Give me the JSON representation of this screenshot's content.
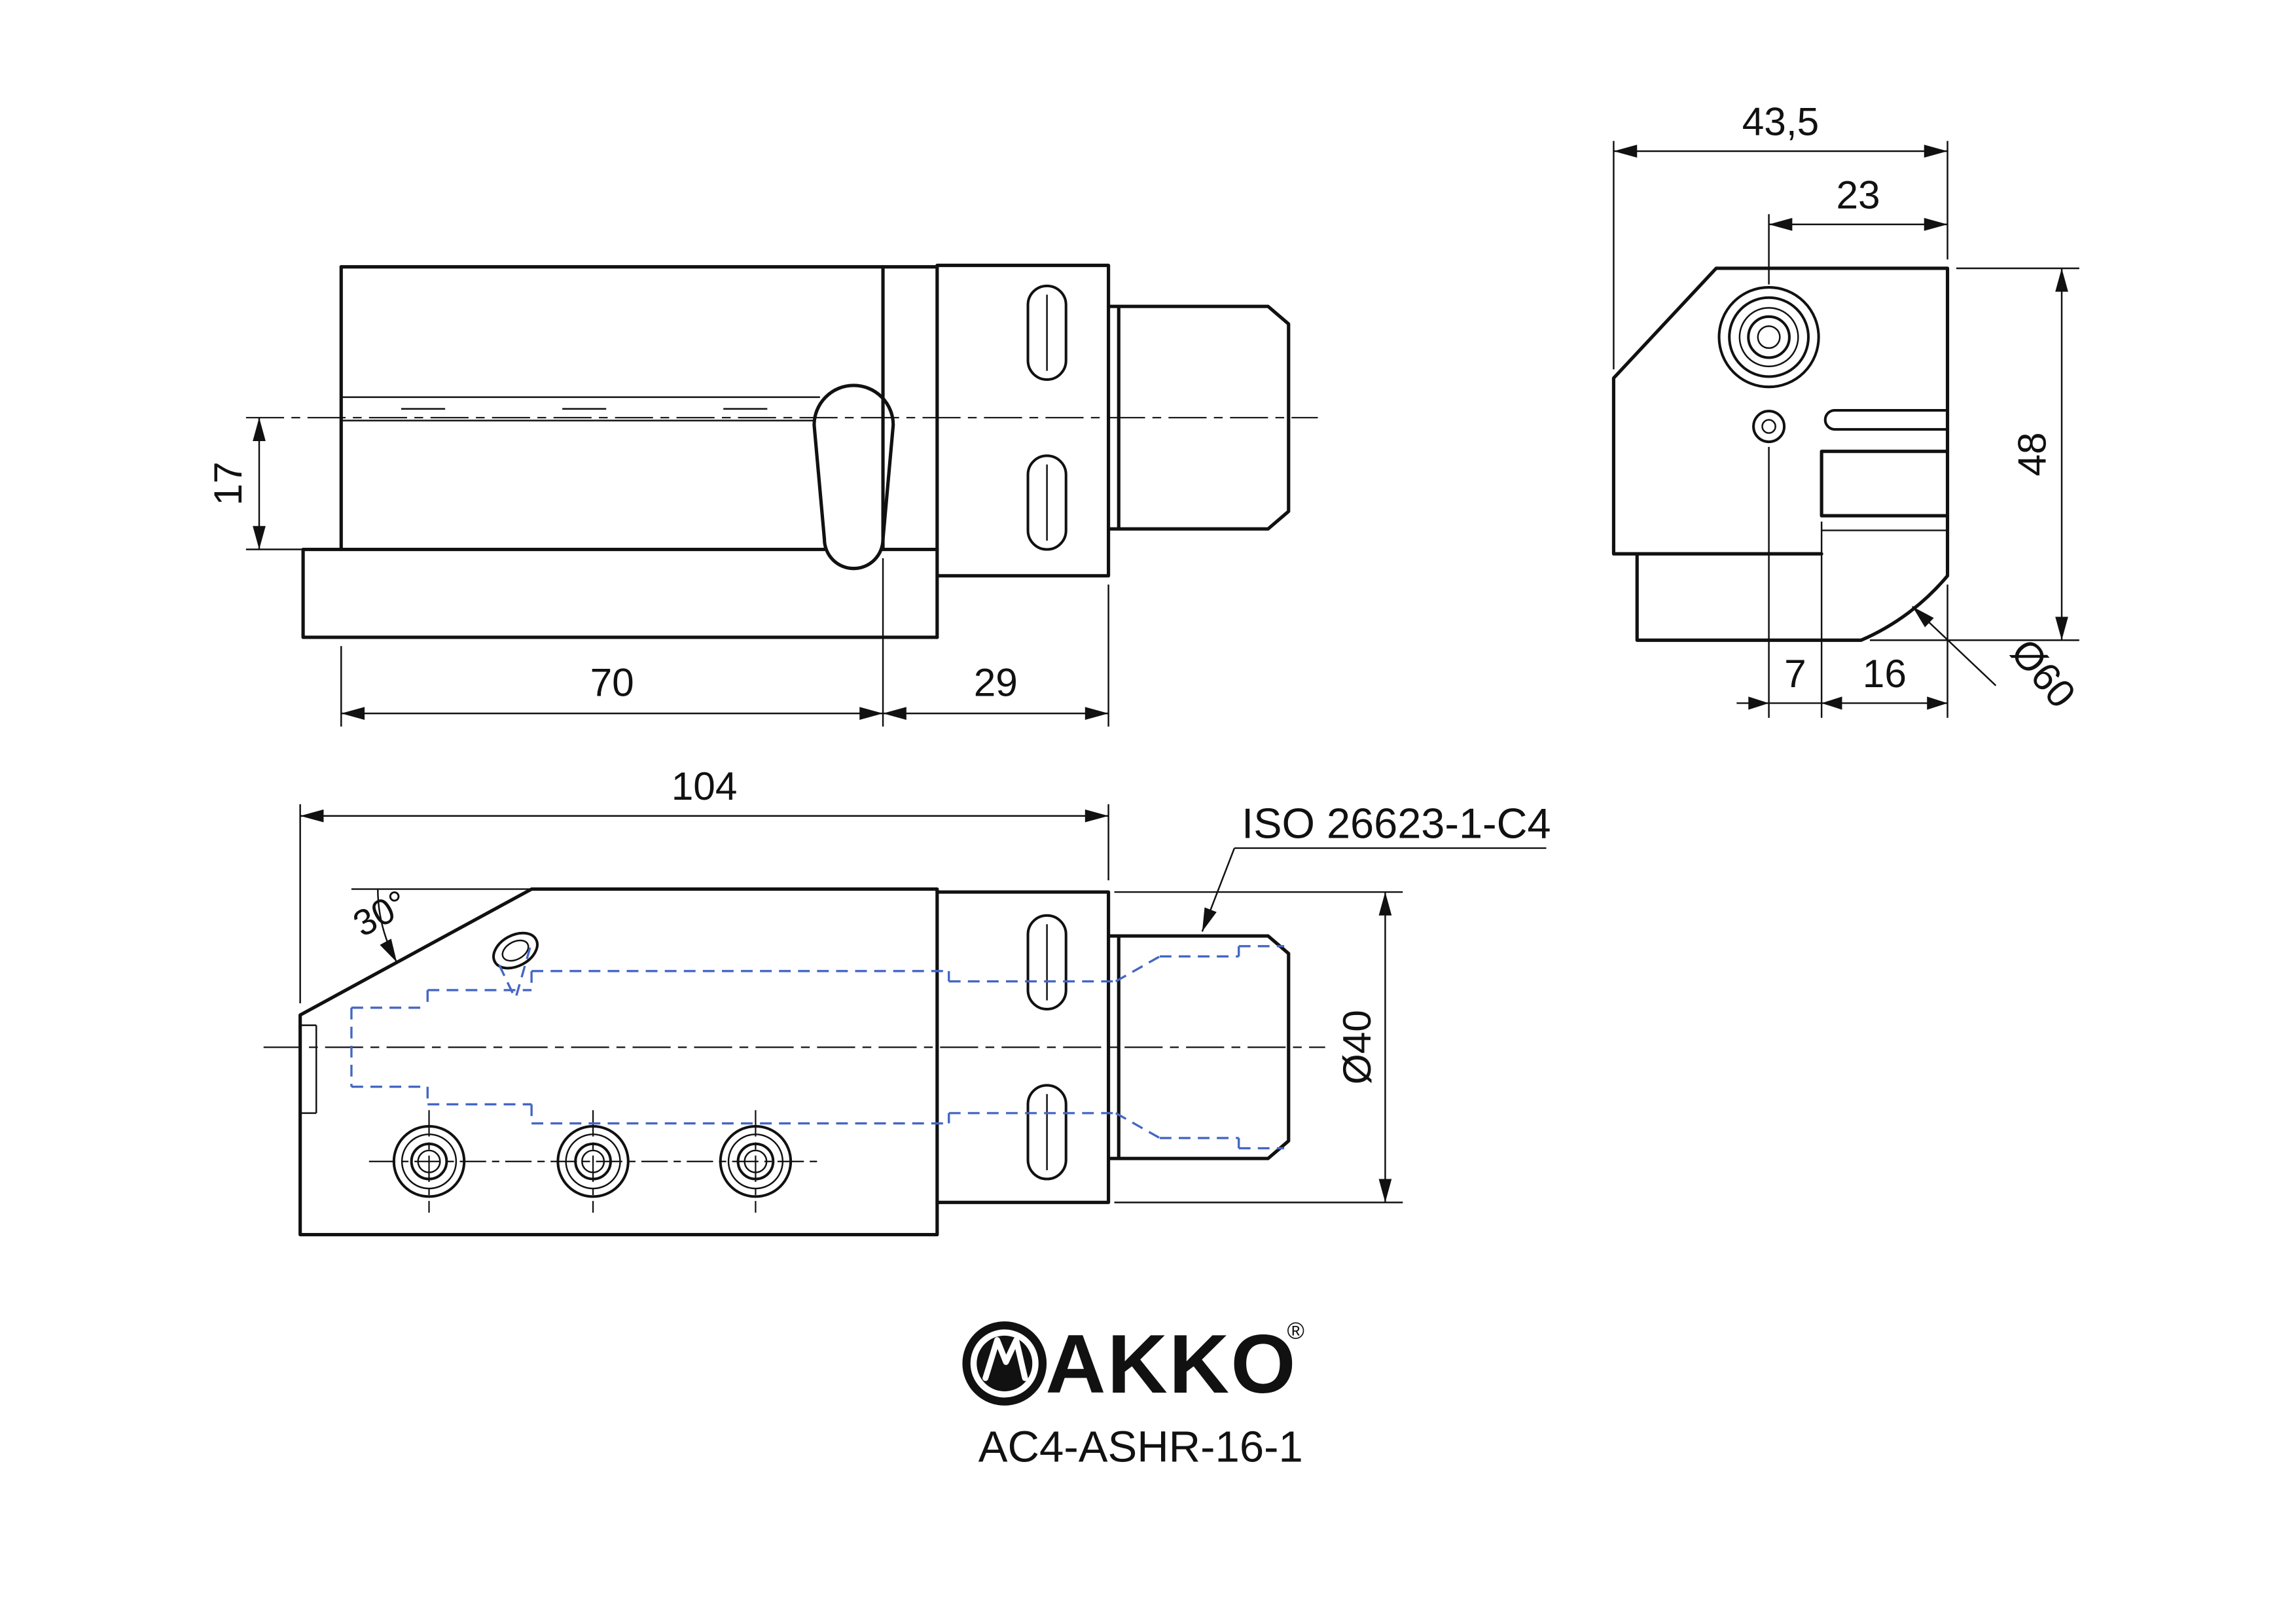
{
  "colors": {
    "line": "#111111",
    "hidden": "#4466c4",
    "bg": "#ffffff"
  },
  "labels": {
    "dim17": "17",
    "dim70": "70",
    "dim29": "29",
    "dim435": "43,5",
    "dim23": "23",
    "dim48": "48",
    "dim7": "7",
    "dim16": "16",
    "dim60": "Ø60",
    "dim104": "104",
    "dim40": "Ø40",
    "ang30": "30°",
    "iso_callout": "ISO 26623-1-C4"
  },
  "title_block": {
    "brand": "AKKO",
    "registered": "®",
    "part_number": "AC4-ASHR-16-1"
  }
}
